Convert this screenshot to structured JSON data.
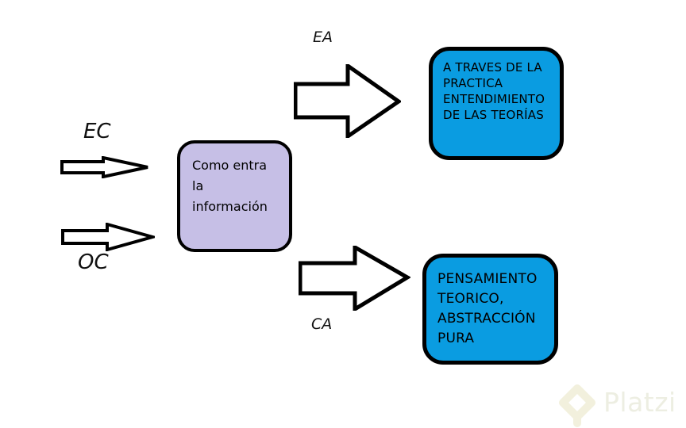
{
  "labels": {
    "ea": "EA",
    "ec": "EC",
    "oc": "OC",
    "ca": "CA"
  },
  "nodes": {
    "input": {
      "lines": [
        "Como entra",
        "la",
        "información"
      ]
    },
    "ea_result": {
      "lines": [
        "A TRAVES DE LA",
        "PRACTICA",
        "ENTENDIMIENTO",
        "DE LAS TEORÍAS"
      ]
    },
    "ca_result": {
      "lines": [
        "PENSAMIENTO",
        "TEORICO,",
        "ABSTRACCIÓN",
        "PURA"
      ]
    }
  },
  "colors": {
    "node_blue": "#0a9ce1",
    "node_purple": "#c6bfe6",
    "outline": "#000000",
    "watermark": "#f2f0dd"
  },
  "watermark": {
    "brand": "Platzi"
  }
}
